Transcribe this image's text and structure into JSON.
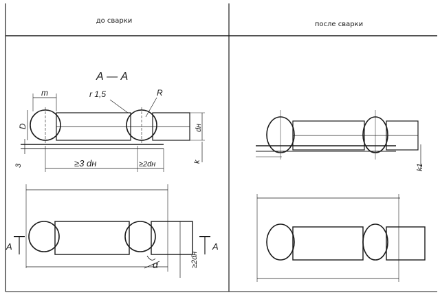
{
  "columns": {
    "before": "до сварки",
    "after": "после сварки"
  },
  "labels": {
    "section": "А — А",
    "dim_m": "m",
    "radius_r": "r 1,5",
    "radius_R": "R",
    "dim_D": "D",
    "dim_dn": "dн",
    "dim_3": "3",
    "dim_k": "k",
    "dim_k1": "k1",
    "span_3dn": "≥3 dн",
    "span_2dn": "≥2dн",
    "side_2dn": "≥2dн",
    "mark_left": "A",
    "mark_right": "A",
    "angle": "α"
  }
}
